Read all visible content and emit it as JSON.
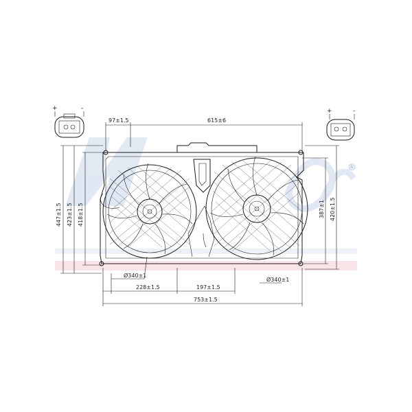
{
  "dimensions": {
    "offset_top": "97±1.5",
    "width_top": "615±6",
    "height_a": "447±1.5",
    "height_b": "423±1.5",
    "height_c": "418±1.5",
    "height_right_a": "387±1",
    "height_right_b": "420±1.5",
    "fan_left_diameter": "Ø340±1",
    "fan_right_diameter": "Ø340±1",
    "span_228": "228±1.5",
    "span_197": "197±1.5",
    "overall_width": "753±1.5"
  },
  "connectors": {
    "left_plus": "+",
    "left_minus": "-",
    "right_plus": "+",
    "right_minus": "-"
  },
  "watermark": {
    "registered": "®",
    "color": "#c9d7ea",
    "band_color": "#f2c9cf"
  }
}
